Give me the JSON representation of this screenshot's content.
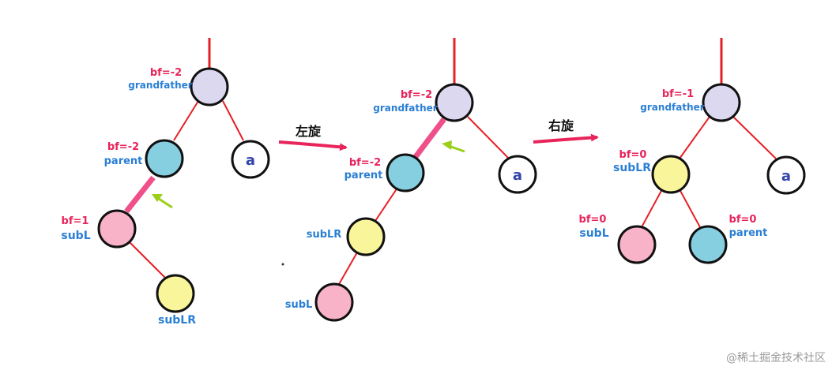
{
  "colors": {
    "edge": "#e62026",
    "highlight_edge": "#f0508a",
    "arrow": "#e8245a",
    "pointer": "#9ccf1a",
    "bf_text": "#e8245a",
    "name_text": "#2a7fd4",
    "grandfather_fill": "#dcd8f0",
    "parent_fill": "#86cfe0",
    "subL_fill": "#f8b3c8",
    "subLR_fill": "#f8f59a",
    "a_fill": "#ffffff"
  },
  "operations": {
    "left_rotate": "左旋",
    "right_rotate": "右旋"
  },
  "stage1": {
    "grandfather": {
      "bf": "bf=-2",
      "name": "grandfather"
    },
    "parent": {
      "bf": "bf=-2",
      "name": "parent"
    },
    "subL": {
      "bf": "bf=1",
      "name": "subL"
    },
    "subLR": {
      "name": "subLR"
    },
    "a": {
      "name": "a"
    }
  },
  "stage2": {
    "grandfather": {
      "bf": "bf=-2",
      "name": "grandfather"
    },
    "parent": {
      "bf": "bf=-2",
      "name": "parent"
    },
    "subLR": {
      "name": "subLR"
    },
    "subL": {
      "name": "subL"
    },
    "a": {
      "name": "a"
    }
  },
  "stage3": {
    "grandfather": {
      "bf": "bf=-1",
      "name": "grandfather"
    },
    "subLR": {
      "bf": "bf=0",
      "name": "subLR"
    },
    "subL": {
      "bf": "bf=0",
      "name": "subL"
    },
    "parent": {
      "bf": "bf=0",
      "name": "parent"
    },
    "a": {
      "name": "a"
    }
  },
  "watermark": "@稀土掘金技术社区"
}
